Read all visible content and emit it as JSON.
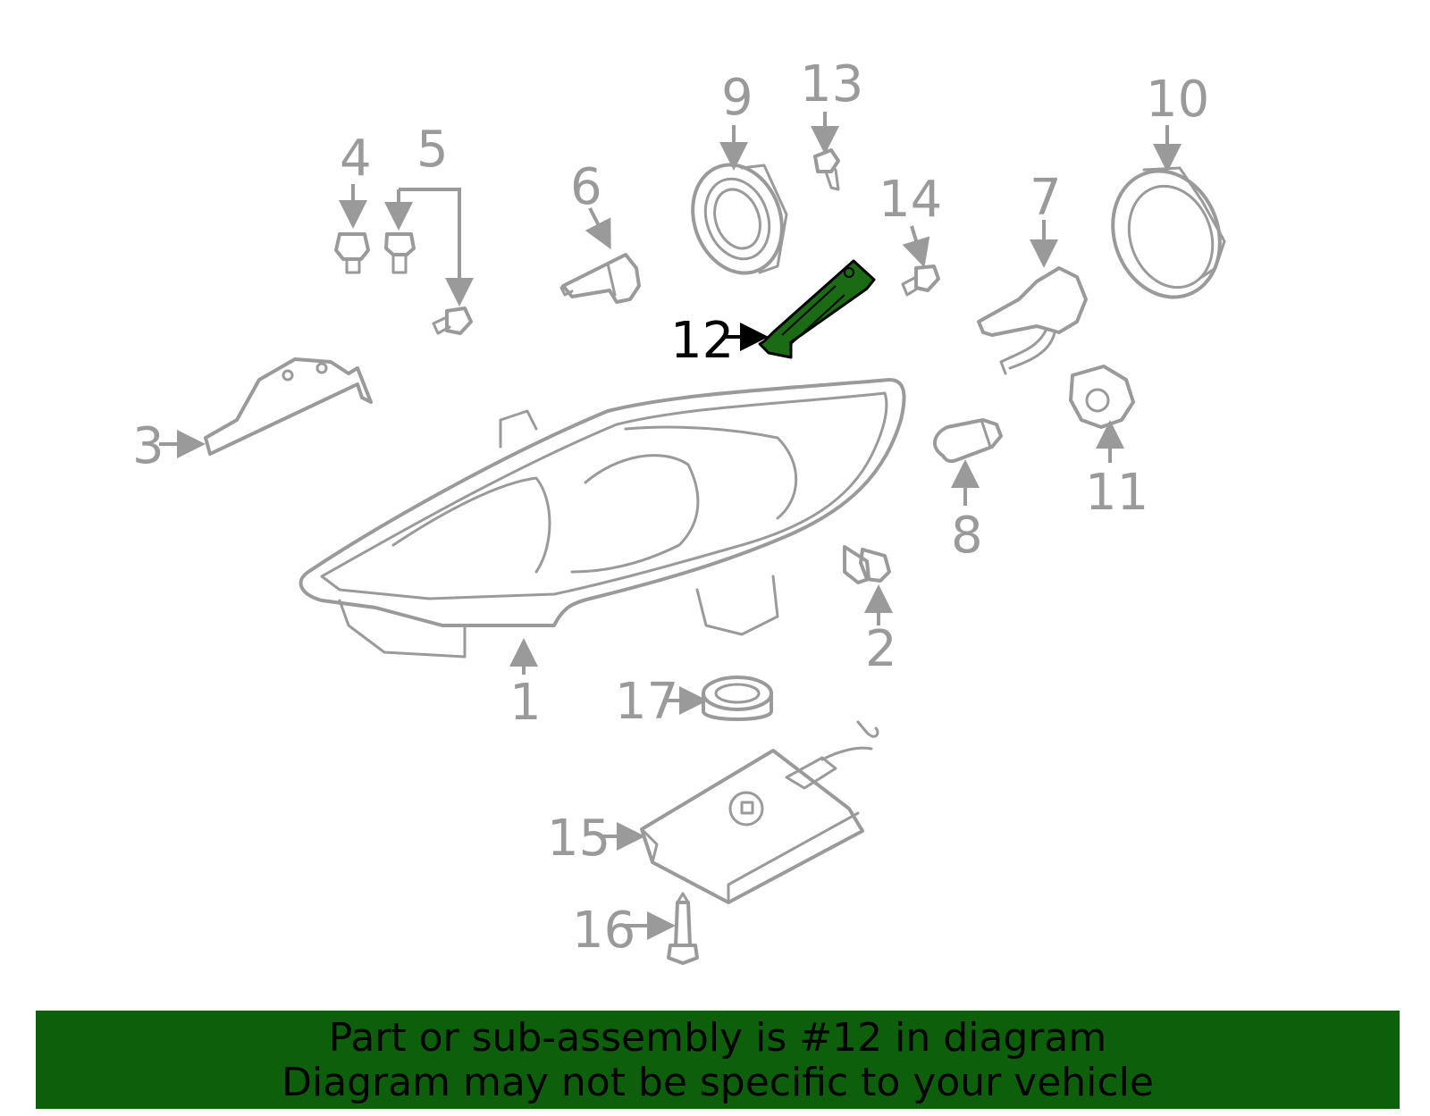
{
  "diagram": {
    "highlighted_part": "12",
    "callouts": {
      "p1": "1",
      "p2": "2",
      "p3": "3",
      "p4": "4",
      "p5": "5",
      "p6": "6",
      "p7": "7",
      "p8": "8",
      "p9": "9",
      "p10": "10",
      "p11": "11",
      "p12": "12",
      "p13": "13",
      "p14": "14",
      "p15": "15",
      "p16": "16",
      "p17": "17"
    },
    "colors": {
      "line": "#9a9a9a",
      "highlight_fill": "#1a6b14",
      "banner": "#0d5f0b"
    }
  },
  "banner": {
    "line1": "Part or sub-assembly is #12 in diagram",
    "line2": "Diagram may not be specific to your vehicle"
  }
}
